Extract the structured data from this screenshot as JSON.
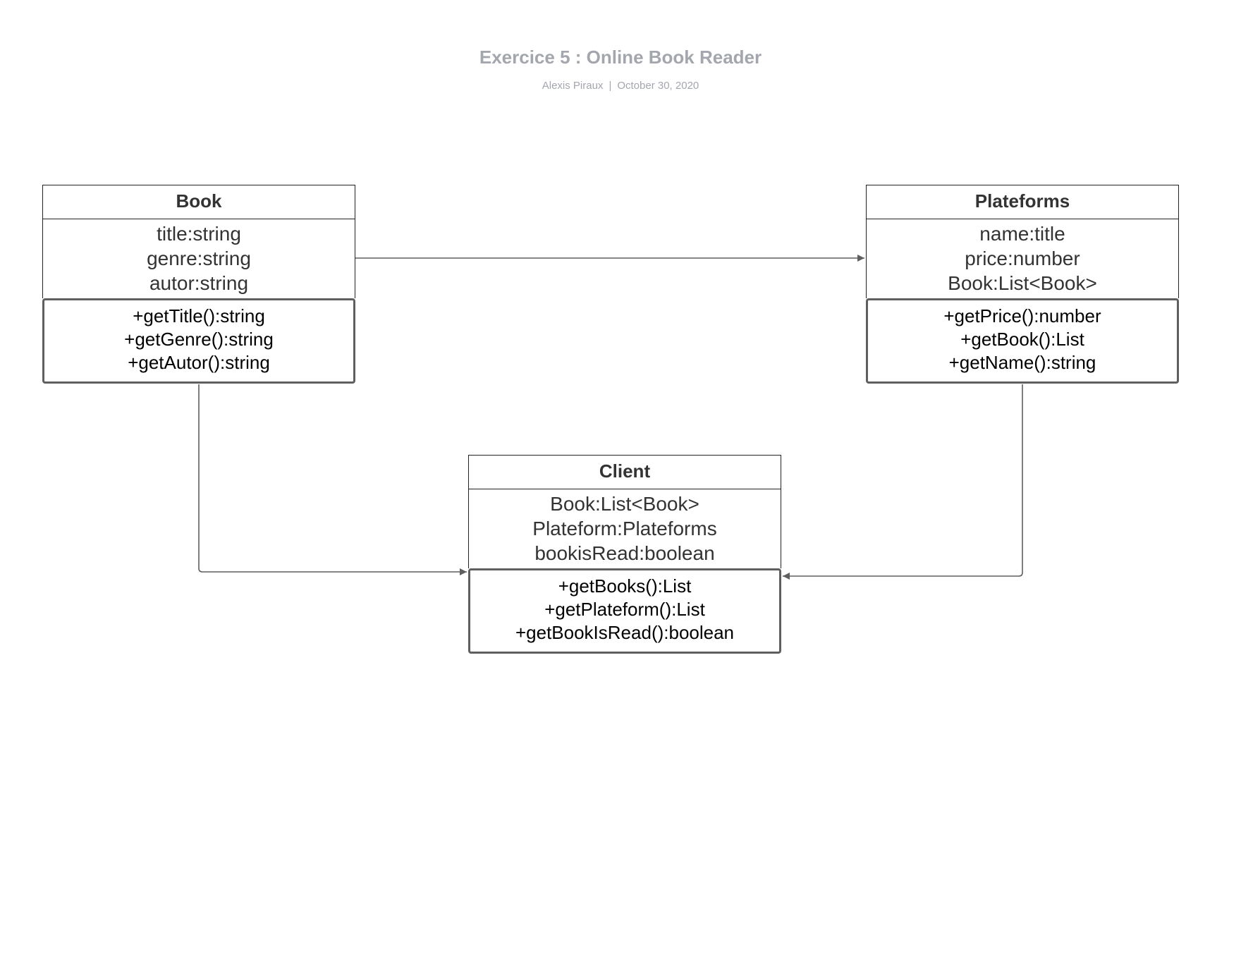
{
  "document": {
    "title": "Exercice 5 : Online Book Reader",
    "author": "Alexis Piraux",
    "separator": "|",
    "date": "October 30, 2020"
  },
  "classes": {
    "book": {
      "name": "Book",
      "attributes": [
        "title:string",
        "genre:string",
        "autor:string"
      ],
      "methods": [
        "+getTitle():string",
        "+getGenre():string",
        "+getAutor():string"
      ]
    },
    "plateforms": {
      "name": "Plateforms",
      "attributes": [
        "name:title",
        "price:number",
        "Book:List<Book>"
      ],
      "methods": [
        "+getPrice():number",
        "+getBook():List",
        "+getName():string"
      ]
    },
    "client": {
      "name": "Client",
      "attributes": [
        "Book:List<Book>",
        "Plateform:Plateforms",
        "bookisRead:boolean"
      ],
      "methods": [
        "+getBooks():List",
        "+getPlateform():List",
        "+getBookIsRead():boolean"
      ]
    }
  },
  "colors": {
    "title_text": "#a3a6ad",
    "connector": "#5f5f5f",
    "class_border": "#222222",
    "method_border": "#5f5f5f"
  }
}
